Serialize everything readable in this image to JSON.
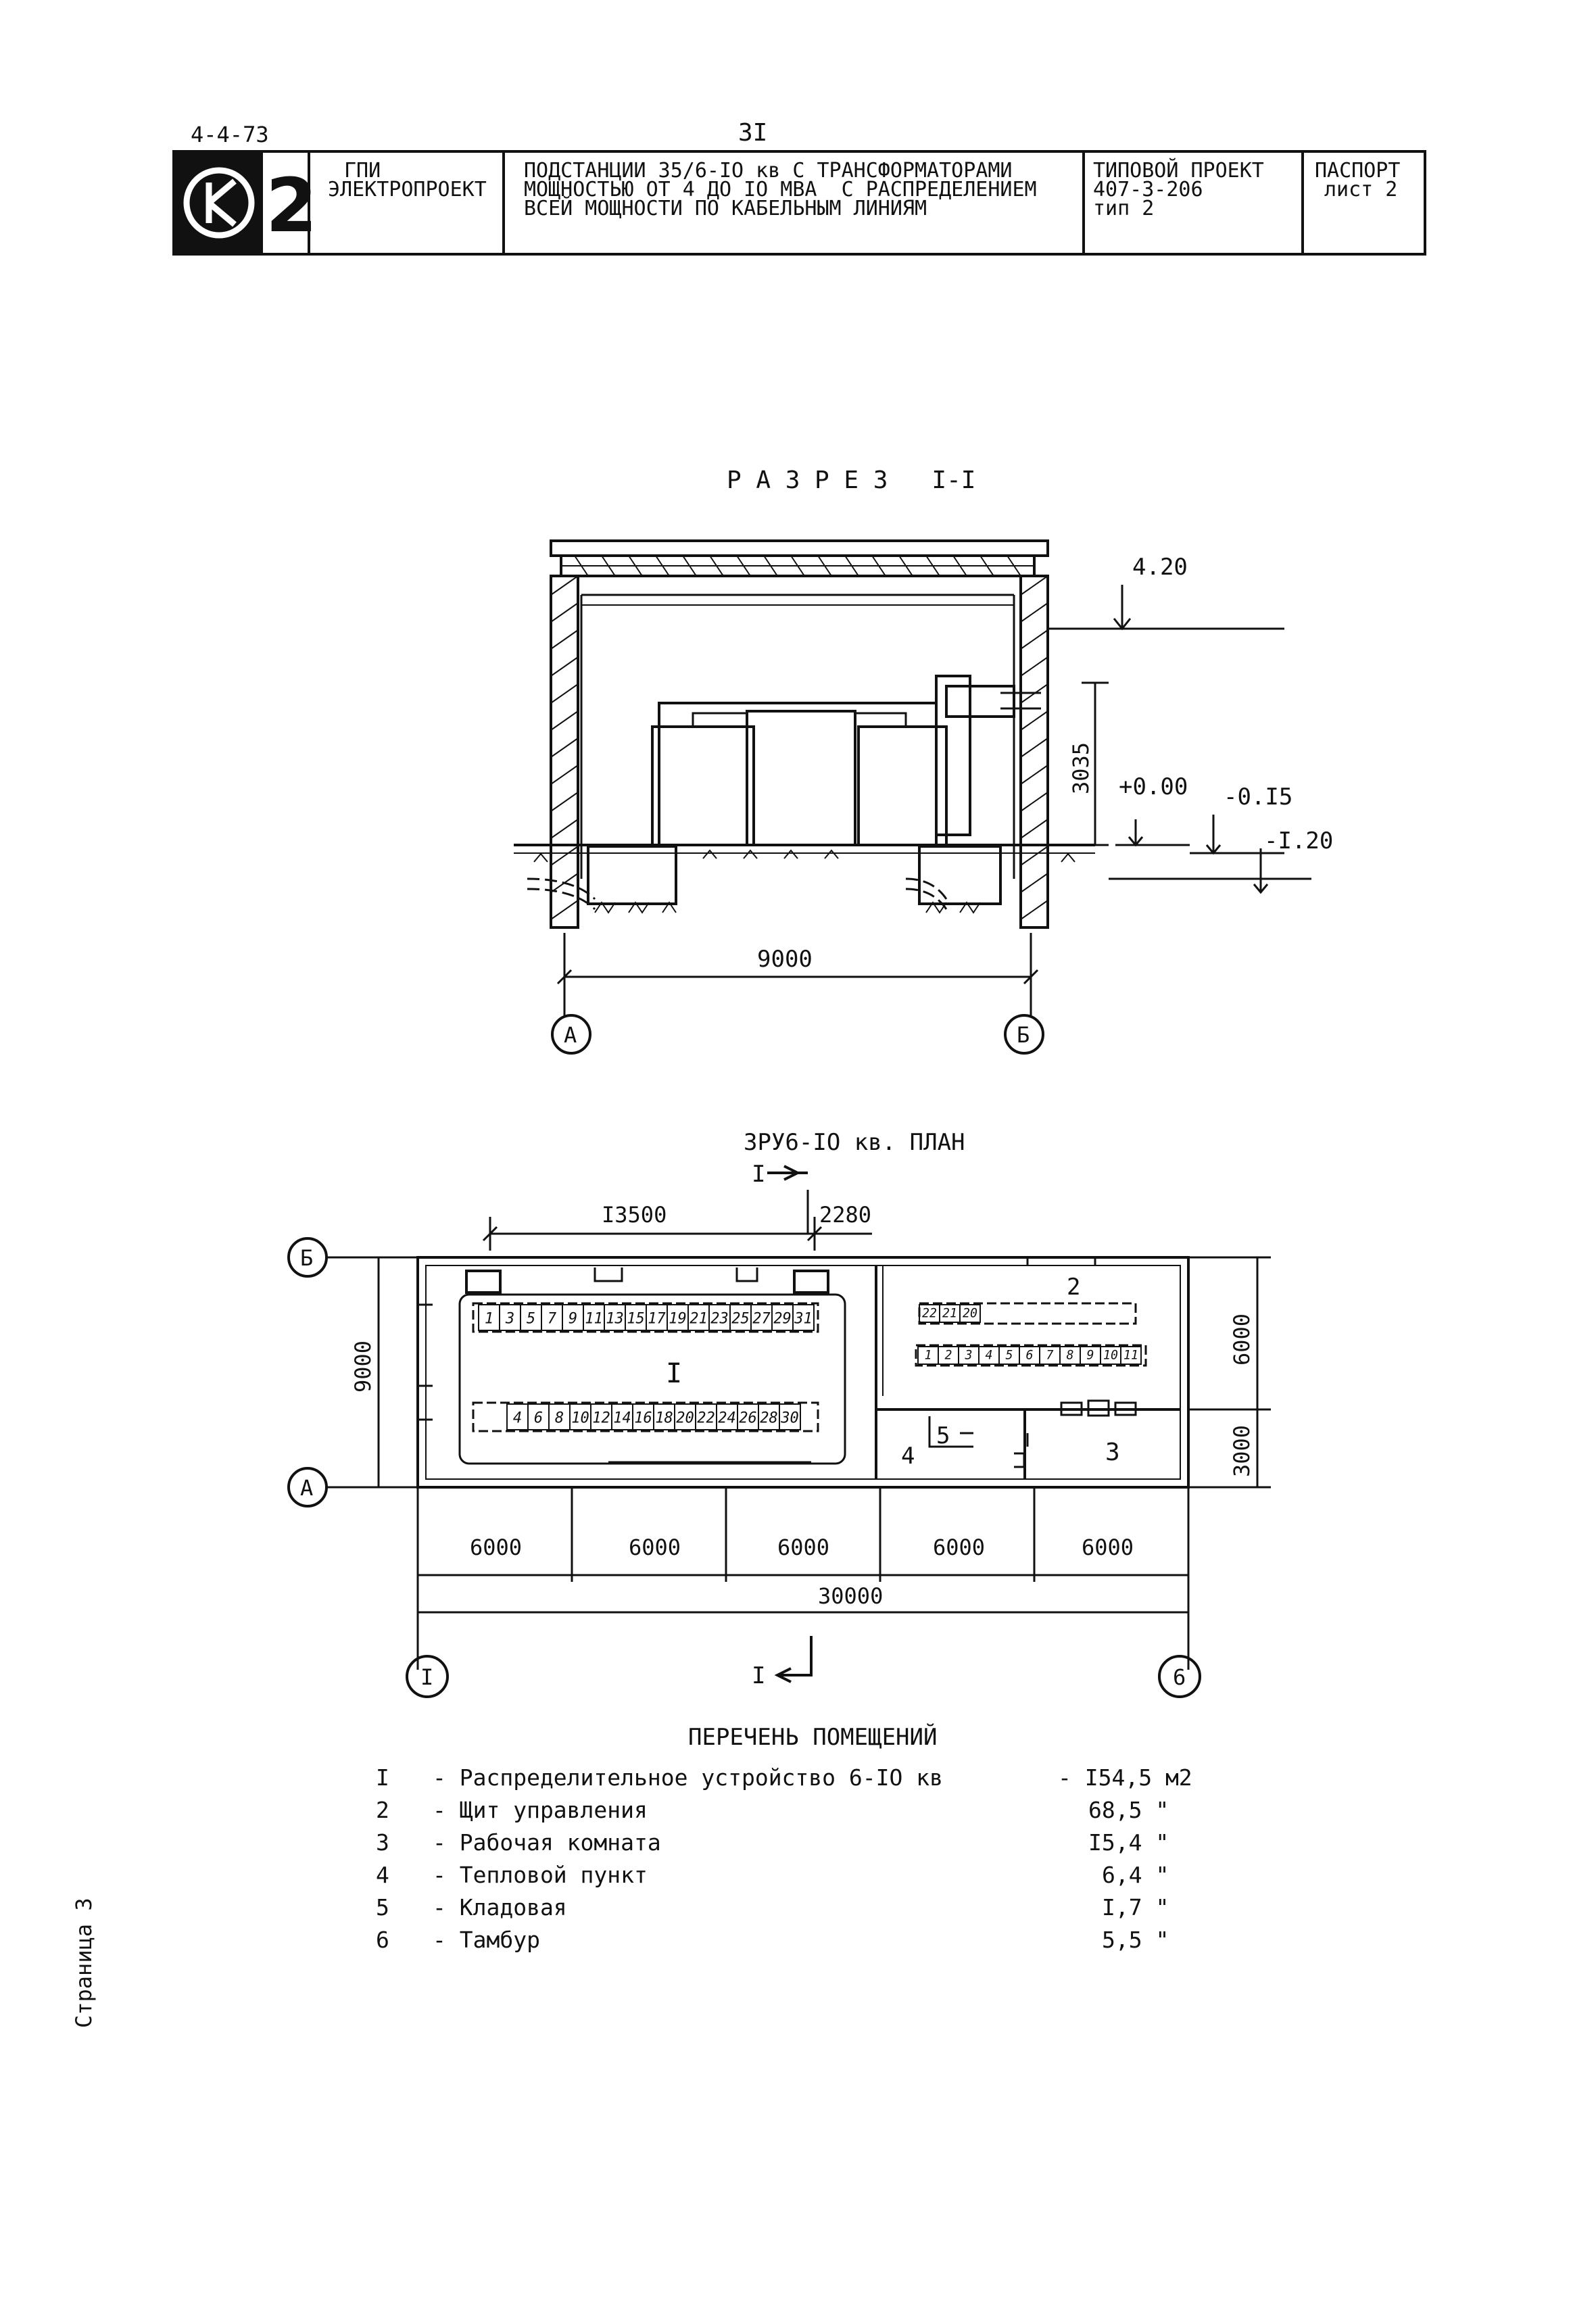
{
  "header": {
    "doc_code": "4-4-73",
    "page_number": "3I",
    "logo_letters": "СК",
    "logo_number": "2",
    "org_line1": "ГПИ",
    "org_line2": "ЭЛЕКТРОПРОЕКТ",
    "title_line1": "ПОДСТАНЦИИ 35/6-IO кв С ТРАНСФОРМАТОРАМИ",
    "title_line2": "МОЩНОСТЬЮ ОТ 4 ДО IO МВА  С РАСПРЕДЕЛЕНИЕМ",
    "title_line3": "ВСЕЙ МОЩНОСТИ ПО КАБЕЛЬНЫМ ЛИНИЯМ",
    "project_line1": "ТИПОВОЙ ПРОЕКТ",
    "project_line2": "407-3-206",
    "project_line3": "тип 2",
    "sheet_line1": "ПАСПОРТ",
    "sheet_line2": "лист 2"
  },
  "section": {
    "title": "Р А З Р Е З   I-I",
    "level_top": "4.20",
    "level_zero": "+0.00",
    "level_minus015": "-0.I5",
    "level_minus120": "-I.20",
    "height_dim": "3035",
    "width_dim": "9000",
    "axis_left": "А",
    "axis_right": "Б"
  },
  "plan": {
    "title": "ЗРУ6-IO кв. ПЛАН",
    "cut_label": "I",
    "dim_13500": "I3500",
    "dim_2280": "2280",
    "dim_left_9000": "9000",
    "dim_right_6000": "6000",
    "dim_right_3000": "3000",
    "bottom_dims": [
      "6000",
      "6000",
      "6000",
      "6000",
      "6000"
    ],
    "total_dim": "30000",
    "axis_b": "Б",
    "axis_a": "А",
    "axis_1": "I",
    "axis_6": "6",
    "room1_label": "I",
    "room2_label": "2",
    "room3_label": "3",
    "room4_label": "4",
    "room5_label": "5",
    "top_row_cells": [
      "1",
      "3",
      "5",
      "7",
      "9",
      "11",
      "13",
      "15",
      "17",
      "19",
      "21",
      "23",
      "25",
      "27",
      "29",
      "31"
    ],
    "bottom_row_cells": [
      "4",
      "6",
      "8",
      "10",
      "12",
      "14",
      "16",
      "18",
      "20",
      "22",
      "24",
      "26",
      "28",
      "30"
    ],
    "panel_top_cells": [
      "22",
      "21",
      "20"
    ],
    "panel_row_cells": [
      "1",
      "2",
      "3",
      "4",
      "5",
      "6",
      "7",
      "8",
      "9",
      "10",
      "11"
    ]
  },
  "rooms": {
    "title": "ПЕРЕЧЕНЬ ПОМЕЩЕНИЙ",
    "items": [
      {
        "num": "I",
        "name": "- Распределительное устройство 6-IO кв",
        "area": "- I54,5 м2"
      },
      {
        "num": "2",
        "name": "- Щит управления",
        "area": "68,5 \""
      },
      {
        "num": "3",
        "name": "- Рабочая комната",
        "area": "I5,4 \""
      },
      {
        "num": "4",
        "name": "- Тепловой пункт",
        "area": "6,4 \""
      },
      {
        "num": "5",
        "name": "- Кладовая",
        "area": "I,7 \""
      },
      {
        "num": "6",
        "name": "- Тамбур",
        "area": "5,5 \""
      }
    ]
  },
  "side_note": "Страница 3"
}
